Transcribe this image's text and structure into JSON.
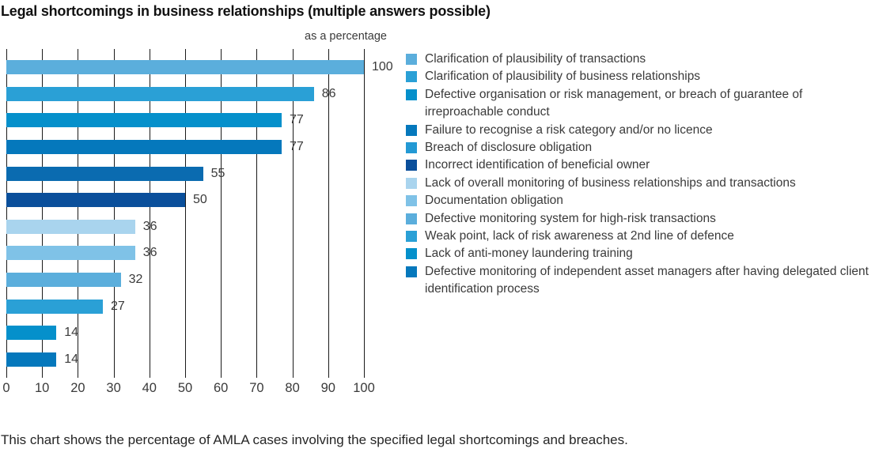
{
  "axis_note": "as a percentage",
  "caption": "This chart shows the percentage of AMLA cases involving the specified legal shortcomings and breaches.",
  "chart_data": {
    "type": "bar",
    "orientation": "horizontal",
    "title": "Legal shortcomings in business relationships (multiple answers possible)",
    "xlabel": "as a percentage",
    "ylabel": "",
    "xlim": [
      0,
      100
    ],
    "x_ticks": [
      0,
      10,
      20,
      30,
      40,
      50,
      60,
      70,
      80,
      90,
      100
    ],
    "grid": "vertical-lines",
    "grid_color": "#1a1a1a",
    "legend_position": "right",
    "categories": [
      "Clarification of plausibility of transactions",
      "Clarification of plausibility of business relationships",
      "Defective organisation or risk management, or breach of guarantee of irreproachable conduct",
      "Failure to recognise a risk category and/or no licence",
      "Breach of disclosure obligation",
      "Incorrect identification of beneficial owner",
      "Lack of overall monitoring of business relationships and transactions",
      "Documentation obligation",
      "Defective monitoring system for high-risk transactions",
      "Weak point, lack of risk awareness at 2nd line of defence",
      "Lack of anti-money laundering training",
      "Defective monitoring of independent asset managers after having delegated client identification process"
    ],
    "values": [
      100,
      86,
      77,
      77,
      55,
      50,
      36,
      36,
      32,
      27,
      14,
      14
    ],
    "bar_colors": [
      "#5BAEDC",
      "#2AA0D6",
      "#0590CB",
      "#0578BC",
      "#0A6BB0",
      "#0A4F9B",
      "#A9D4EE",
      "#7FC2E7",
      "#5BAEDC",
      "#2AA0D6",
      "#0590CB",
      "#0578BC"
    ],
    "legend_colors": [
      "#5BAEDC",
      "#2AA0D6",
      "#0590CB",
      "#0578BC",
      "#2399D4",
      "#0A4F9B",
      "#A9D4EE",
      "#7FC2E7",
      "#5BAEDC",
      "#2AA0D6",
      "#0590CB",
      "#0578BC"
    ]
  }
}
